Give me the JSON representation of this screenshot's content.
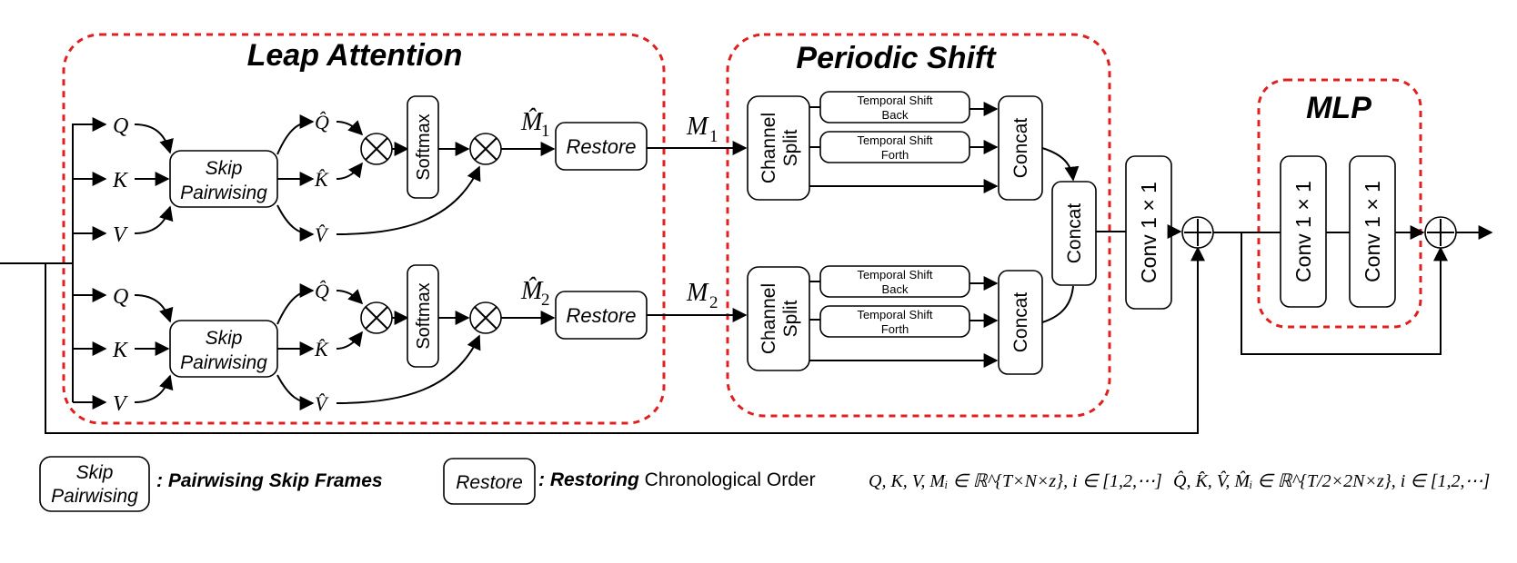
{
  "modules": {
    "leap_attention": "Leap Attention",
    "periodic_shift": "Periodic Shift",
    "mlp": "MLP"
  },
  "labels": {
    "q": "Q",
    "k": "K",
    "v": "V",
    "q_hat": "Q̂",
    "k_hat": "K̂",
    "v_hat": "V̂",
    "m1_hat": "M̂",
    "m2_hat": "M̂",
    "m": "M",
    "sub1": "1",
    "sub2": "2",
    "skip_line1": "Skip",
    "skip_line2": "Pairwising",
    "softmax": "Softmax",
    "restore": "Restore",
    "channel_line1": "Channel",
    "channel_line2": "Split",
    "ts_back_1": "Temporal Shift",
    "ts_back_2": "Back",
    "ts_forth_1": "Temporal Shift",
    "ts_forth_2": "Forth",
    "concat": "Concat",
    "conv": "Conv 1 × 1"
  },
  "legend": {
    "skip_line1": "Skip",
    "skip_line2": "Pairwising",
    "skip_desc": ": Pairwising Skip Frames",
    "restore": "Restore",
    "restore_bold": ": Restoring",
    "restore_rest": " Chronological Order",
    "formula1": "Q, K, V, Mᵢ ∈ ℝ^{T×N×z}, i ∈ [1,2,⋯]",
    "formula2": "Q̂, K̂, V̂, M̂ᵢ ∈ ℝ^{T/2×2N×z}, i ∈ [1,2,⋯]"
  },
  "colors": {
    "dashed_border": "#e02020",
    "stroke": "#000000"
  }
}
